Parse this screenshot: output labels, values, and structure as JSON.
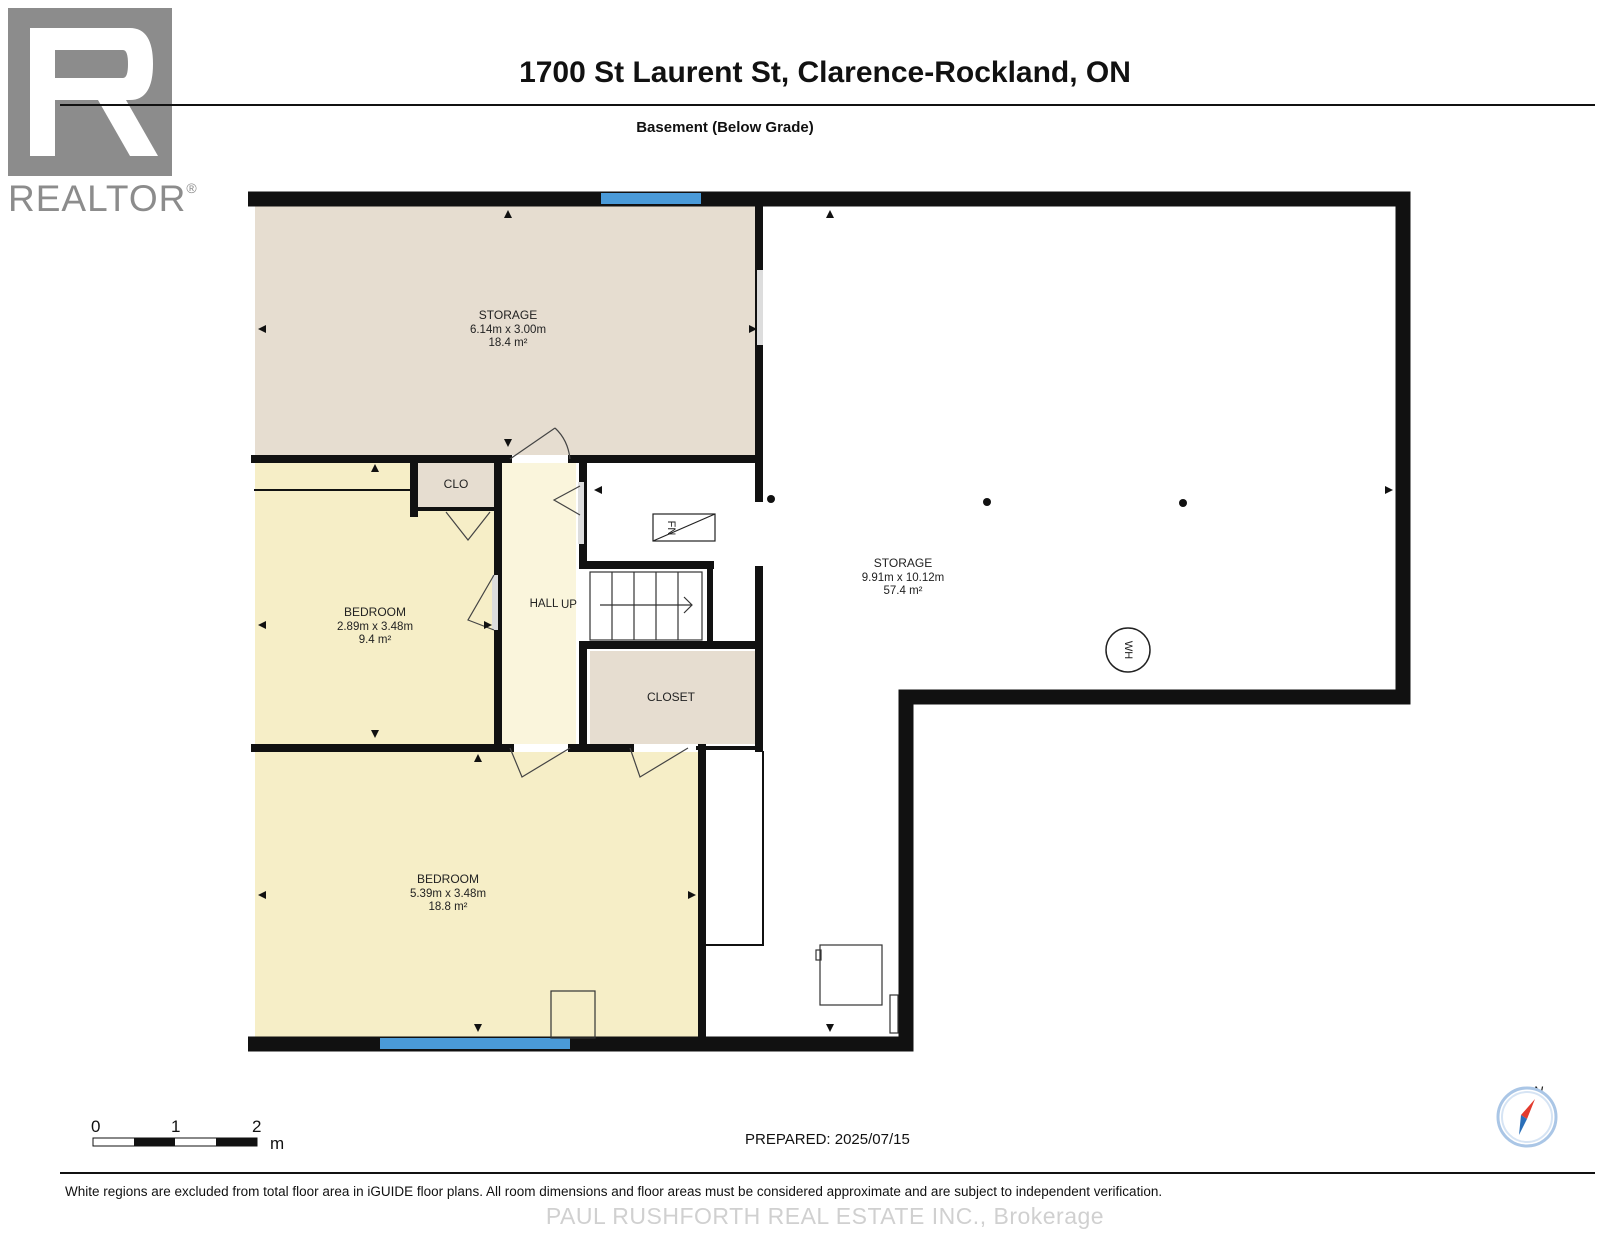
{
  "logo": {
    "text": "REALTOR",
    "mark": "®"
  },
  "header": {
    "address": "1700 St Laurent St, Clarence-Rockland, ON",
    "level": "Basement (Below Grade)"
  },
  "rooms": {
    "storage_top": {
      "name": "STORAGE",
      "dims": "6.14m x 3.00m",
      "area": "18.4 m²"
    },
    "storage_main": {
      "name": "STORAGE",
      "dims": "9.91m x 10.12m",
      "area": "57.4 m²"
    },
    "bedroom_small": {
      "name": "BEDROOM",
      "dims": "2.89m x 3.48m",
      "area": "9.4 m²"
    },
    "bedroom_large": {
      "name": "BEDROOM",
      "dims": "5.39m x 3.48m",
      "area": "18.8 m²"
    },
    "clo": {
      "name": "CLO"
    },
    "closet": {
      "name": "CLOSET"
    },
    "hall": {
      "name": "HALL"
    },
    "stairs": {
      "name": "UP"
    },
    "furnace": {
      "name": "FN"
    },
    "water_heater": {
      "name": "WH"
    }
  },
  "scale_bar": {
    "ticks": [
      "0",
      "1",
      "2"
    ],
    "unit": "m"
  },
  "compass": {
    "north": "N",
    "icon": "compass-icon"
  },
  "footer": {
    "prepared": "PREPARED: 2025/07/15",
    "disclaimer": "White regions are excluded from total floor area in iGUIDE floor plans. All room dimensions and floor areas must be considered approximate and are subject to independent verification.",
    "watermark": "PAUL RUSHFORTH REAL ESTATE INC., Brokerage"
  },
  "colors": {
    "storage": "#e6ddd0",
    "bedroom": "#f6eec7",
    "hall": "#faf5dc",
    "closet": "#e6ddd0",
    "window": "#4a9ad8",
    "wall": "#111111",
    "logo": "#8c8c8c"
  }
}
